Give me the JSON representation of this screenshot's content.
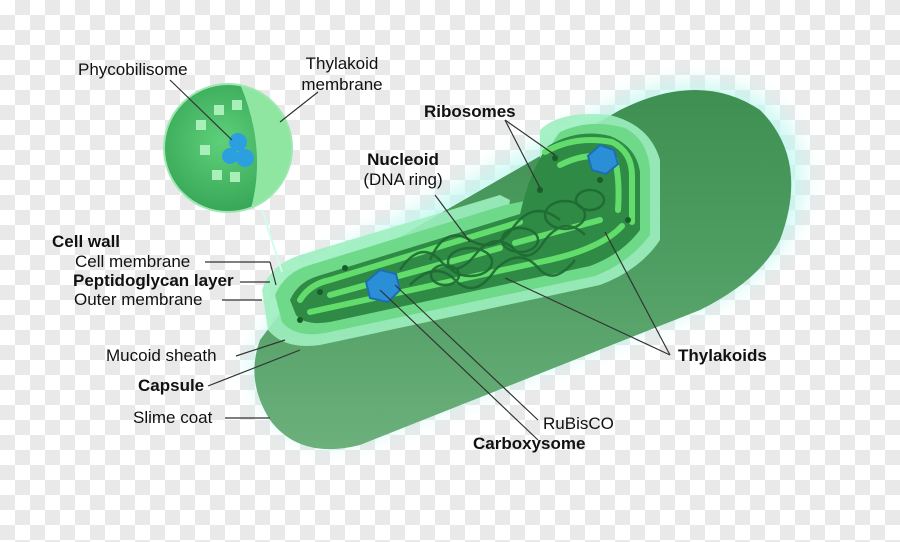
{
  "labels": {
    "phycobilisome": "Phycobilisome",
    "thylakoid_membrane_1": "Thylakoid",
    "thylakoid_membrane_2": "membrane",
    "ribosomes": "Ribosomes",
    "nucleoid": "Nucleoid",
    "dna_ring": "(DNA ring)",
    "cell_wall": "Cell wall",
    "cell_membrane": "Cell membrane",
    "peptidoglycan_layer": "Peptidoglycan layer",
    "outer_membrane": "Outer membrane",
    "mucoid_sheath": "Mucoid sheath",
    "capsule": "Capsule",
    "slime_coat": "Slime coat",
    "thylakoids": "Thylakoids",
    "rubisco": "RuBisCO",
    "carboxysome": "Carboxysome"
  },
  "colors": {
    "capsule": "#4f9e63",
    "sheath": "#8fe6a8",
    "glow": "#aef5ee",
    "thylakoid": "#5fd66a",
    "interior": "#2f8a45",
    "carboxysome": "#2b8fd8"
  }
}
